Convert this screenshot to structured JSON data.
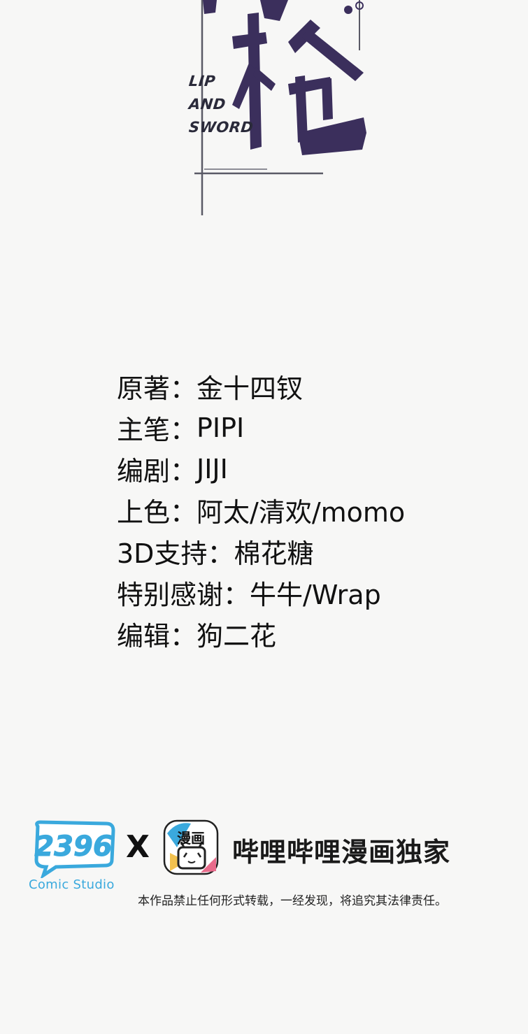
{
  "title": {
    "subtitle_lines": [
      "LIP",
      "AND",
      "SWORD"
    ],
    "ink_color": "#3b2f5c"
  },
  "credits": [
    {
      "role": "原著：",
      "name": "金十四钗"
    },
    {
      "role": "主笔：",
      "name": "PIPI"
    },
    {
      "role": "编剧：",
      "name": "JIJI"
    },
    {
      "role": "上色：",
      "name": "阿太/清欢/momo"
    },
    {
      "role": "3D支持：",
      "name": "棉花糖"
    },
    {
      "role": "特别感谢：",
      "name": "牛牛/Wrap"
    },
    {
      "role": "编辑：",
      "name": "狗二花"
    }
  ],
  "footer": {
    "studio_logo_text": "2396",
    "studio_caption": "Comic Studio",
    "studio_color": "#3aa9dd",
    "collab_mark": "X",
    "app_icon_text": "漫画",
    "platform_label": "哔哩哔哩漫画独家",
    "copyright_notice": "本作品禁止任何形式转载，一经发现，将追究其法律责任。"
  }
}
